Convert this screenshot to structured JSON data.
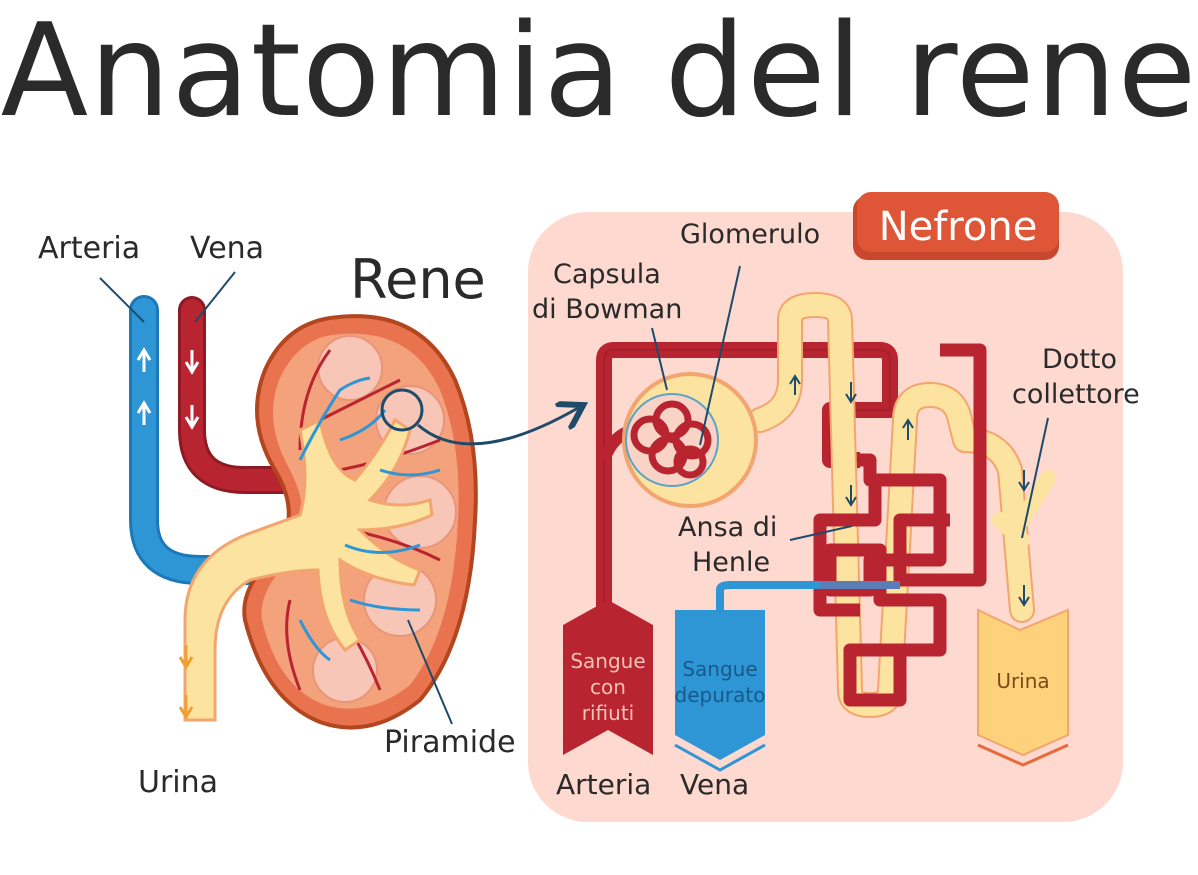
{
  "title": "Anatomia del rene",
  "kidney": {
    "heading": "Rene",
    "artery_label": "Arteria",
    "vein_label": "Vena",
    "urine_label": "Urina",
    "pyramid_label": "Piramide"
  },
  "nephron": {
    "badge": "Nefrone",
    "glomerulus_label": "Glomerulo",
    "bowman_line1": "Capsula",
    "bowman_line2": "di Bowman",
    "henle_line1": "Ansa di",
    "henle_line2": "Henle",
    "duct_line1": "Dotto",
    "duct_line2": "collettore",
    "blood_waste_line1": "Sangue",
    "blood_waste_line2": "con",
    "blood_waste_line3": "rifiuti",
    "blood_clean_line1": "Sangue",
    "blood_clean_line2": "depurato",
    "urine_box": "Urina",
    "artery_label": "Arteria",
    "vein_label": "Vena"
  },
  "colors": {
    "artery": "#b82430",
    "vein": "#2f96d6",
    "urine": "#fde3a0",
    "cortex": "#e8734e",
    "panel": "#fdd9cf",
    "badge": "#de5537"
  }
}
